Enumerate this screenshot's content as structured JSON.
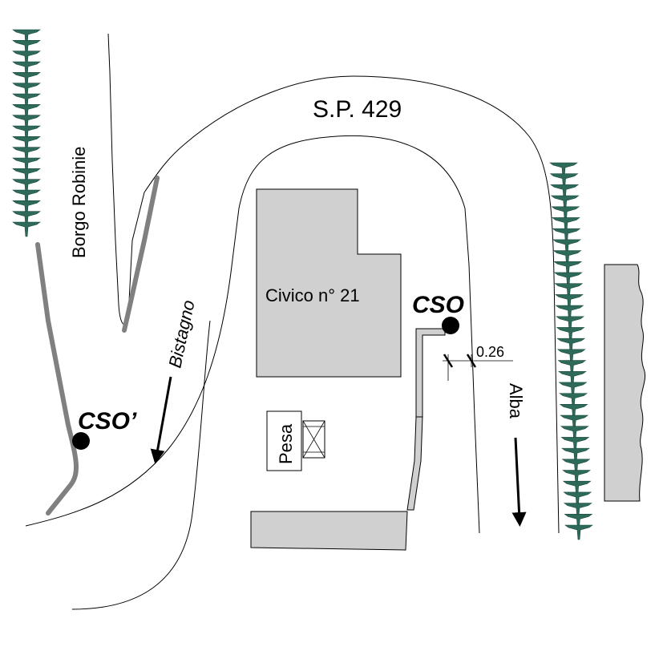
{
  "labels": {
    "road": "S.P. 429",
    "borgo": "Borgo Robinie",
    "bistagno": "Bistagno",
    "alba": "Alba",
    "civico": "Civico n° 21",
    "pesa": "Pesa",
    "cso": "CSO",
    "cso_prime": "CSO’",
    "distance": "0.26"
  },
  "colors": {
    "building_fill": "#d0d0d0",
    "guardrail": "#808080",
    "vegetation": "#2d6a5a",
    "point": "#000000"
  },
  "icons": {
    "vegetation": "tree-row-icon",
    "point": "measurement-point-icon",
    "direction": "direction-arrow-icon"
  }
}
